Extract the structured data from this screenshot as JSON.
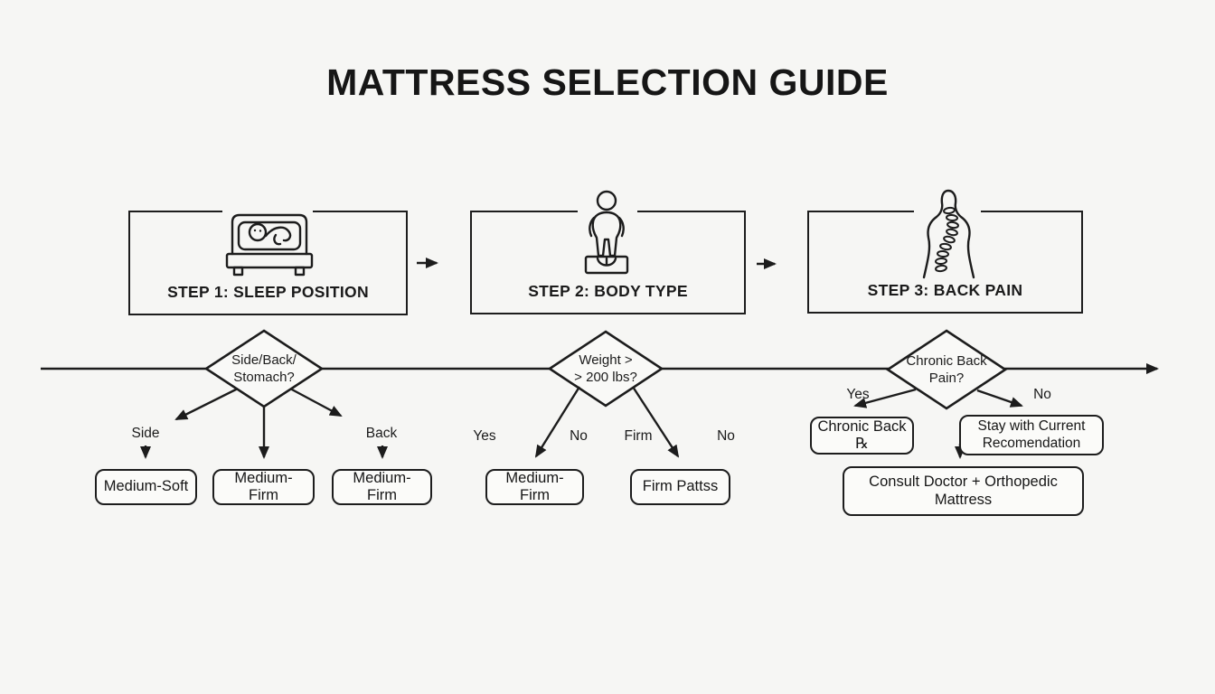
{
  "title": "MATTRESS SELECTION GUIDE",
  "colors": {
    "background": "#f6f6f4",
    "ink": "#1c1c1c",
    "node_fill": "#fbfbf9"
  },
  "steps": [
    {
      "label": "STEP 1: SLEEP POSITION",
      "icon": "bed-sleeper-icon"
    },
    {
      "label": "STEP 2: BODY TYPE",
      "icon": "person-on-scale-icon"
    },
    {
      "label": "STEP 3: BACK PAIN",
      "icon": "spine-icon"
    }
  ],
  "flow": {
    "step1": {
      "question": [
        "Side/Back/",
        "Stomach?"
      ],
      "branch_labels": [
        "Side",
        "Back"
      ],
      "outcomes": [
        "Medium-Soft",
        "Medium-Firm",
        "Medium-Firm"
      ]
    },
    "step2": {
      "question": [
        "Weight >",
        "> 200 lbs?"
      ],
      "branch_labels": [
        "Yes",
        "No",
        "Firm",
        "No"
      ],
      "outcomes": [
        "Medium-Firm",
        "Firm Pattss"
      ]
    },
    "step3": {
      "question": [
        "Chronic Back",
        "Pain?"
      ],
      "branch_labels": [
        "Yes",
        "No"
      ],
      "outcomes": [
        "Chronic Back ℞",
        "Stay with Current Recomendation",
        "Consult Doctor + Orthopedic Mattress"
      ]
    }
  }
}
